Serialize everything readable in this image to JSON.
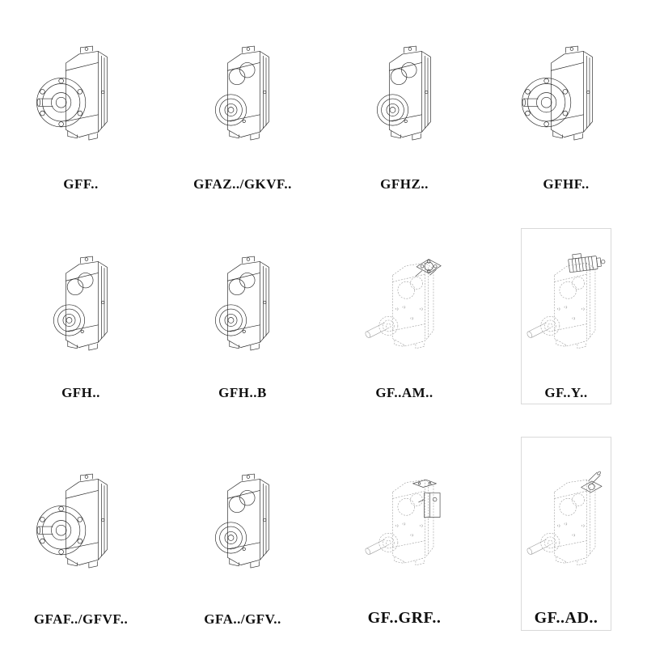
{
  "page": {
    "title": "Parallel shaft gear unit type overview"
  },
  "colors": {
    "background": "#ffffff",
    "solid_stroke": "#2a2a2a",
    "dashed_stroke": "#9a9a9a",
    "attach_stroke": "#4a4a4a",
    "label": "#101010",
    "frame": "#d9d9d9"
  },
  "catalog": {
    "items": [
      {
        "label": "GFF..",
        "drawing": "flange-mounted-gearbox"
      },
      {
        "label": "GFAZ../GKVF..",
        "drawing": "hollow-shaft-gearbox"
      },
      {
        "label": "GFHZ..",
        "drawing": "hollow-shaft-gearbox"
      },
      {
        "label": "GFHF..",
        "drawing": "flange-mounted-gearbox"
      },
      {
        "label": "GFH..",
        "drawing": "hollow-shaft-gearbox"
      },
      {
        "label": "GFH..B",
        "drawing": "hollow-shaft-foot-gearbox"
      },
      {
        "label": "GF..AM..",
        "drawing": "dashed-gearbox-motor-adapter-plate"
      },
      {
        "label": "GF..Y..",
        "drawing": "dashed-gearbox-mounted-motor"
      },
      {
        "label": "GFAF../GFVF..",
        "drawing": "flange-mounted-gearbox"
      },
      {
        "label": "GFA../GFV..",
        "drawing": "hollow-shaft-gearbox"
      },
      {
        "label": "GF..GRF..",
        "drawing": "dashed-gearbox-cover-box"
      },
      {
        "label": "GF..AD..",
        "drawing": "dashed-gearbox-input-shaft-adapter"
      }
    ]
  }
}
